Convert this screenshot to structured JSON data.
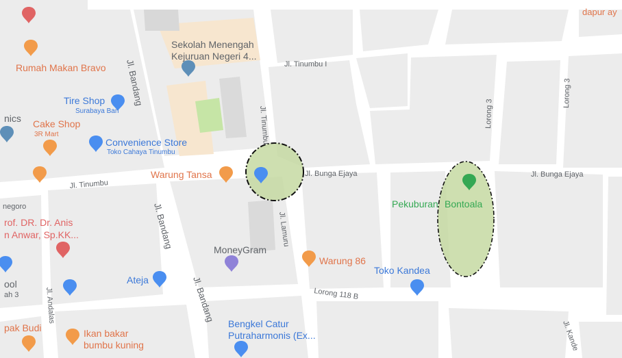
{
  "streets": {
    "bandang_1": "Jl. Bandang",
    "bandang_2": "Jl. Bandang",
    "bandang_3": "Jl. Bandang",
    "tinumbu_vertical": "Jl. Tinumbu",
    "tinumbu_i": "Jl. Tinumbu I",
    "tinumbu_west": "Jl. Tinumbu",
    "bunga_ejaya_1": "Jl. Bunga Ejaya",
    "bunga_ejaya_2": "Jl. Bunga Ejaya",
    "lamuru": "Jl. Lamuru",
    "andalas": "Jl. Andalas",
    "lorong_3a": "Lorong 3",
    "lorong_3b": "Lorong 3",
    "lorong_118b": "Lorong 118 B",
    "kande_partial": "Jl. Kande",
    "negoro_partial": "negoro"
  },
  "places": {
    "dapur": "dapur ay",
    "rumah_makan": "Rumah Makan Bravo",
    "sekolah_1": "Sekolah Menengah",
    "sekolah_2": "Kejuruan Negeri 4...",
    "tire_shop": "Tire Shop",
    "tire_shop_sub": "Surabaya Ban",
    "nics": "nics",
    "cake_shop": "Cake Shop",
    "cake_shop_sub": "3R Mart",
    "conv_store": "Convenience Store",
    "conv_store_sub": "Toko Cahaya Tinumbu",
    "warung_tansa": "Warung Tansa",
    "pekuburan_1": "Pekuburan",
    "pekuburan_2": "Bontoala",
    "prof_1": "rof. DR. Dr. Anis",
    "prof_2": "n Anwar, Sp.KK...",
    "moneygram": "MoneyGram",
    "warung86": "Warung 86",
    "toko_kandea": "Toko Kandea",
    "ateja": "Ateja",
    "school_partial_1": "ool",
    "school_partial_2": "ah 3",
    "ikan_1": "Ikan bakar",
    "ikan_2": "bumbu kuning",
    "pak_budi": "pak Budi",
    "bengkel_1": "Bengkel Catur",
    "bengkel_2": "Putraharmonis (Ex..."
  },
  "icons": {
    "restaurant": "restaurant-icon",
    "shop": "shopping-bag-icon",
    "school": "school-icon",
    "cemetery": "cemetery-icon",
    "money": "money-transfer-icon",
    "hospital": "hospital-icon"
  },
  "colors": {
    "road": "#ffffff",
    "block": "#ececec",
    "park": "#c6e5a6",
    "school_area": "#f7e6cf",
    "highlight_fill": "#c5d9a2",
    "food_pin": "#f29b4a",
    "shop_pin": "#4a8ef0",
    "place_red": "#e06464",
    "cemetery_green": "#34a853",
    "label_gray": "#5f6368"
  }
}
